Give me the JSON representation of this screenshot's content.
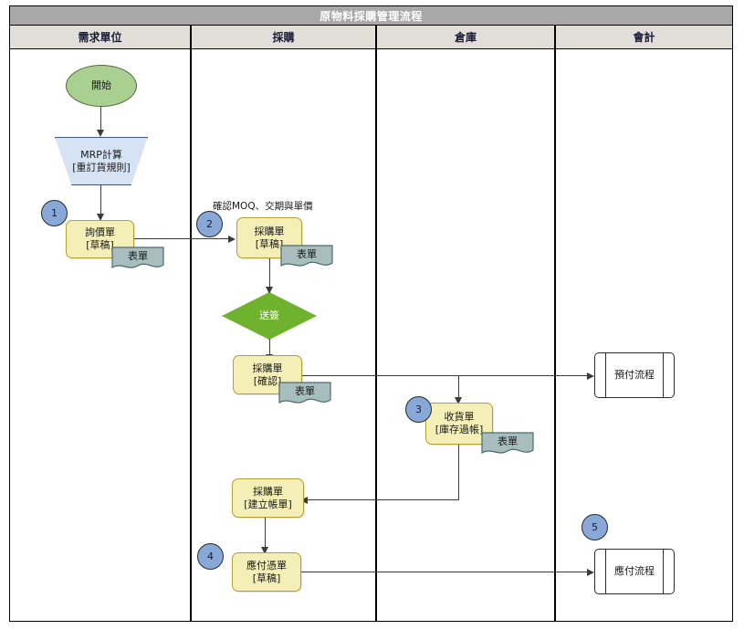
{
  "diagram": {
    "type": "swimlane-flowchart",
    "title": "原物料採購管理流程",
    "lanes": [
      {
        "label": "需求單位"
      },
      {
        "label": "採購"
      },
      {
        "label": "倉庫"
      },
      {
        "label": "會計"
      }
    ],
    "colors": {
      "title_bar": "#a8a8a8",
      "lane_header": "#e2ded9",
      "start_oval": "#a9cf91",
      "process_trapezoid": "#d6e3f5",
      "document_box": "#f4efb6",
      "decision_diamond": "#6fb22e",
      "form_doc": "#a8bdbd",
      "badge": "#88a8d8",
      "connector": "#3b3b3b"
    },
    "nodes": {
      "start": {
        "label": "開始",
        "shape": "oval",
        "lane": "需求單位"
      },
      "mrp": {
        "label": "MRP計算\n[重訂貨規則]",
        "shape": "trapezoid",
        "lane": "需求單位"
      },
      "rfq": {
        "label": "詢價單\n[草稿]",
        "shape": "box",
        "lane": "需求單位",
        "badge": "1"
      },
      "po_draft": {
        "label": "採購單\n[草稿]",
        "shape": "box",
        "lane": "採購",
        "badge": "2"
      },
      "approve": {
        "label": "送簽",
        "shape": "diamond",
        "lane": "採購"
      },
      "po_confirm": {
        "label": "採購單\n[確認]",
        "shape": "box",
        "lane": "採購"
      },
      "receipt": {
        "label": "收貨單\n[庫存過帳]",
        "shape": "box",
        "lane": "倉庫",
        "badge": "3"
      },
      "po_bill": {
        "label": "採購單\n[建立帳單]",
        "shape": "box",
        "lane": "採購"
      },
      "payable_voucher": {
        "label": "應付憑單\n[草稿]",
        "shape": "box",
        "lane": "採購",
        "badge": "4"
      },
      "prepay_process": {
        "label": "預付流程",
        "shape": "predefined-process",
        "lane": "會計"
      },
      "payable_process": {
        "label": "應付流程",
        "shape": "predefined-process",
        "lane": "會計",
        "badge": "5"
      }
    },
    "form_docs": {
      "rfq_form": "表單",
      "po_draft_form": "表單",
      "po_confirm_form": "表單",
      "receipt_form": "表單"
    },
    "annotations": {
      "moq_note": "確認MOQ、交期與單價"
    },
    "badges": {
      "b1": "1",
      "b2": "2",
      "b3": "3",
      "b4": "4",
      "b5": "5"
    }
  }
}
